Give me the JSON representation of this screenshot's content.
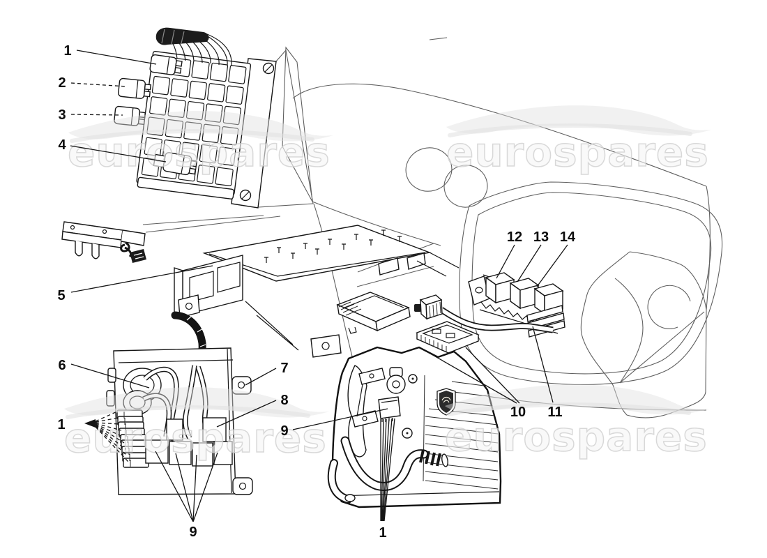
{
  "page": {
    "background": "#ffffff",
    "line_color": "#161616"
  },
  "watermark": {
    "text": "eurospares",
    "color": "#e0e0e0",
    "instances": 4
  },
  "brand": {
    "logo": "lamborghini-shield"
  },
  "callouts": {
    "c1_top": {
      "label": "1"
    },
    "c2": {
      "label": "2"
    },
    "c3": {
      "label": "3"
    },
    "c4": {
      "label": "4"
    },
    "c5": {
      "label": "5"
    },
    "c6": {
      "label": "6"
    },
    "c1_mid": {
      "label": "1"
    },
    "c7": {
      "label": "7"
    },
    "c8": {
      "label": "8"
    },
    "c9_right": {
      "label": "9"
    },
    "c9_bottom": {
      "label": "9"
    },
    "c1_bottom": {
      "label": "1"
    },
    "c10": {
      "label": "10"
    },
    "c11": {
      "label": "11"
    },
    "c12": {
      "label": "12"
    },
    "c13": {
      "label": "13"
    },
    "c14": {
      "label": "14"
    }
  }
}
